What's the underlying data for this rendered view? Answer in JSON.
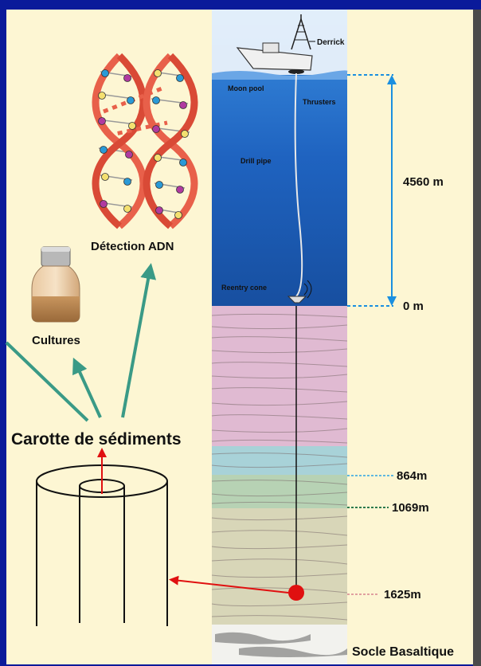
{
  "diagram": {
    "ship_labels": {
      "derrick": "Derrick",
      "moon_pool": "Moon pool",
      "thrusters": "Thrusters",
      "drill_pipe": "Drill pipe",
      "reentry_cone": "Reentry cone"
    },
    "depth_labels": {
      "water_column": "4560 m",
      "seafloor": "0 m",
      "layer_1": "864m",
      "layer_2": "1069m",
      "layer_3": "1625m"
    },
    "basement_label": "Socle Basaltique",
    "core_label": "Carotte de sédiments",
    "cultures_label": "Cultures",
    "dna_label": "Détection ADN",
    "colors": {
      "background": "#fdf6d3",
      "frame": "#0a1a9a",
      "ocean": "#1f63c0",
      "arrow_teal": "#3a9a86",
      "arrow_red": "#e01010",
      "depth_blue": "#1a8fe0",
      "layer_1_line": "#5fb8e0",
      "layer_2_line": "#2d7a4e",
      "layer_3_line": "#e0a0a0"
    }
  }
}
